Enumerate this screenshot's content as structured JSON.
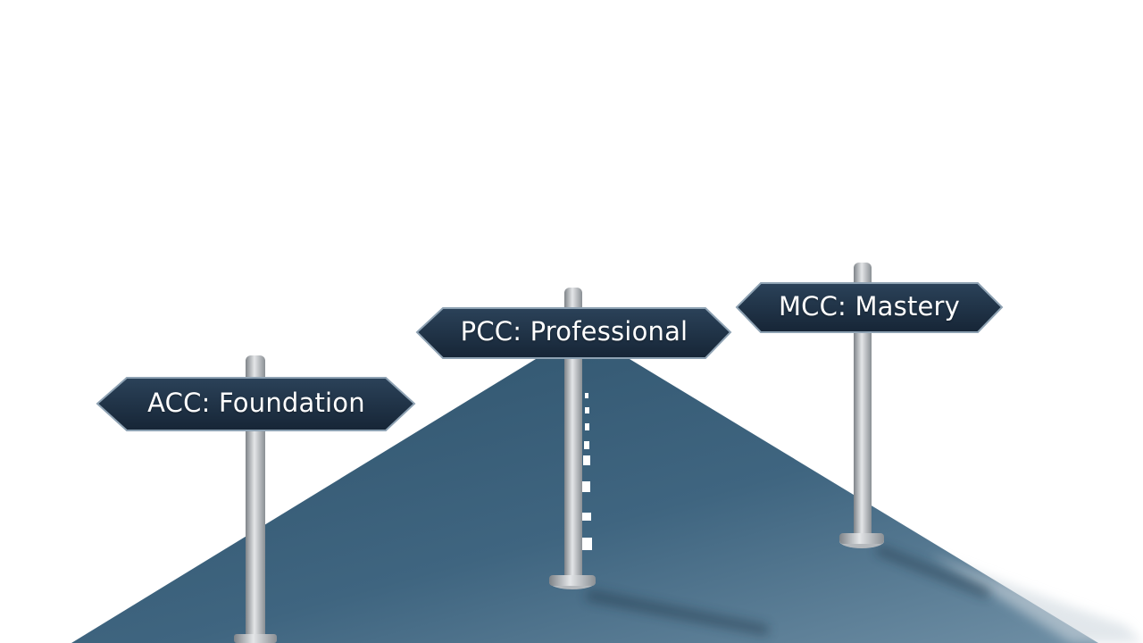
{
  "signs": [
    {
      "label": "ACC: Foundation"
    },
    {
      "label": "PCC: Professional"
    },
    {
      "label": "MCC: Mastery"
    }
  ],
  "colors": {
    "road": "#3f6580",
    "road_light": "#5b7f97",
    "sign_board": "#1f3348",
    "sign_border": "#9fb2c2",
    "post": "#a9adb1",
    "lane_marking": "#ffffff",
    "background": "#ffffff"
  }
}
